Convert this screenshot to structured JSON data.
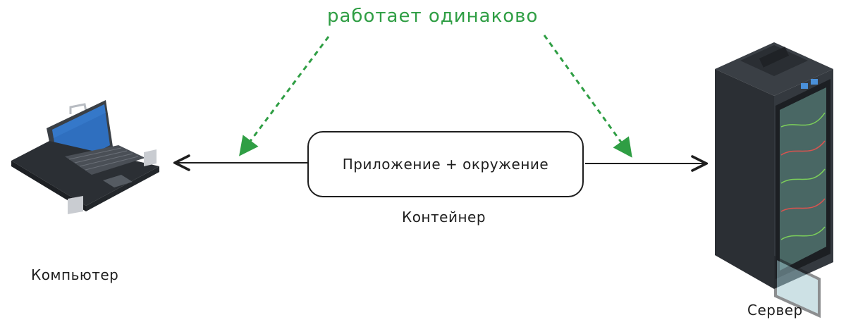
{
  "annotation": {
    "text": "работает одинаково",
    "color": "#2f9e44"
  },
  "container_box": {
    "text": "Приложение + окружение"
  },
  "captions": {
    "container": "Контейнер",
    "computer": "Компьютер",
    "server": "Сервер"
  },
  "icons": {
    "computer": "laptop-icon",
    "server": "server-rack-icon"
  },
  "colors": {
    "stroke": "#1e1e1e",
    "accent": "#2f9e44"
  }
}
